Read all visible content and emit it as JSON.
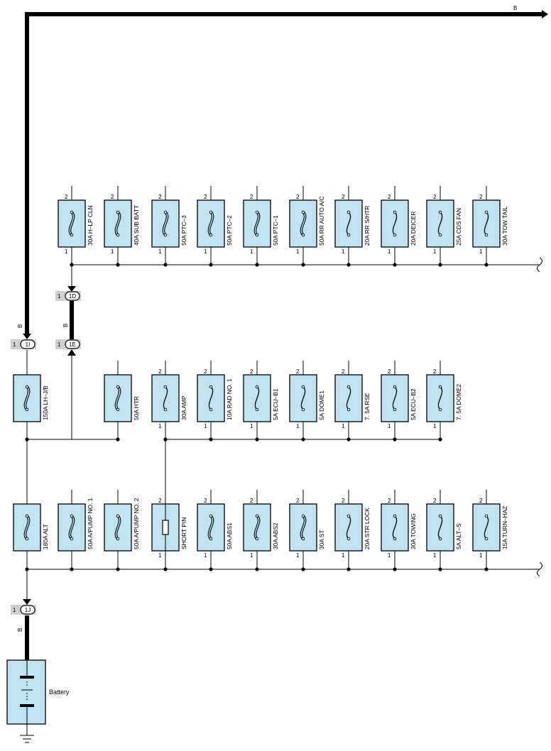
{
  "wire_color": "B",
  "colors": {
    "fuse_fill": "#bfe3f1",
    "connector_tab": "#cfcfcf"
  },
  "battery_label": "Battery",
  "top_row": [
    {
      "label": "30A H–LP CLN",
      "pin_top": "2",
      "pin_bottom": "1",
      "type": "heavy"
    },
    {
      "label": "40A SUB BATT",
      "pin_top": "2",
      "pin_bottom": "1",
      "type": "heavy"
    },
    {
      "label": "50A PTC–3",
      "pin_top": "2",
      "pin_bottom": "1",
      "type": "heavy"
    },
    {
      "label": "50A PTC–2",
      "pin_top": "2",
      "pin_bottom": "1",
      "type": "heavy"
    },
    {
      "label": "50A PTC–1",
      "pin_top": "2",
      "pin_bottom": "1",
      "type": "heavy"
    },
    {
      "label": "50A RR AUTO A/C",
      "pin_top": "2",
      "pin_bottom": "1",
      "type": "heavy"
    },
    {
      "label": "20A RR S/HTR",
      "pin_top": "2",
      "pin_bottom": "1",
      "type": "light"
    },
    {
      "label": "20A DEICER",
      "pin_top": "2",
      "pin_bottom": "1",
      "type": "light"
    },
    {
      "label": "25A CDS FAN",
      "pin_top": "2",
      "pin_bottom": "1",
      "type": "light"
    },
    {
      "label": "30A TOW TAIL",
      "pin_top": "2",
      "pin_bottom": "1",
      "type": "light"
    }
  ],
  "middle_row": [
    {
      "label": "150A LH–J/B",
      "pin_top": "",
      "pin_bottom": "",
      "type": "heavy"
    },
    {
      "label": "50A HTR",
      "pin_top": "",
      "pin_bottom": "",
      "type": "heavy"
    },
    {
      "label": "30A AMP",
      "pin_top": "2",
      "pin_bottom": "1",
      "type": "light"
    },
    {
      "label": "10A RAD NO. 1",
      "pin_top": "2",
      "pin_bottom": "1",
      "type": "light"
    },
    {
      "label": "5A ECU–B1",
      "pin_top": "2",
      "pin_bottom": "1",
      "type": "light"
    },
    {
      "label": "5A DOME1",
      "pin_top": "2",
      "pin_bottom": "1",
      "type": "light"
    },
    {
      "label": "7. 5A RSE",
      "pin_top": "2",
      "pin_bottom": "1",
      "type": "light"
    },
    {
      "label": "5A ECU–B2",
      "pin_top": "2",
      "pin_bottom": "1",
      "type": "light"
    },
    {
      "label": "7. 5A DOME2",
      "pin_top": "2",
      "pin_bottom": "1",
      "type": "light"
    }
  ],
  "bottom_row": [
    {
      "label": "180A ALT",
      "pin_top": "",
      "pin_bottom": "",
      "type": "heavy"
    },
    {
      "label": "50A A/PUMP NO. 1",
      "pin_top": "",
      "pin_bottom": "",
      "type": "heavy"
    },
    {
      "label": "50A A/PUMP NO. 2",
      "pin_top": "",
      "pin_bottom": "",
      "type": "heavy"
    },
    {
      "label": "SHORT PIN",
      "pin_top": "2",
      "pin_bottom": "1",
      "type": "shortpin"
    },
    {
      "label": "50A ABS1",
      "pin_top": "2",
      "pin_bottom": "1",
      "type": "heavy"
    },
    {
      "label": "30A ABS2",
      "pin_top": "2",
      "pin_bottom": "1",
      "type": "heavy"
    },
    {
      "label": "30A ST",
      "pin_top": "2",
      "pin_bottom": "1",
      "type": "heavy"
    },
    {
      "label": "20A STR LOCK",
      "pin_top": "2",
      "pin_bottom": "1",
      "type": "light"
    },
    {
      "label": "30A TOWING",
      "pin_top": "2",
      "pin_bottom": "1",
      "type": "light"
    },
    {
      "label": "5A ALT–S",
      "pin_top": "2",
      "pin_bottom": "1",
      "type": "light"
    },
    {
      "label": "15A TURN–HAZ",
      "pin_top": "2",
      "pin_bottom": "1",
      "type": "light"
    }
  ],
  "connectors": [
    {
      "id": "1I",
      "pin": "1"
    },
    {
      "id": "1E",
      "pin": "1"
    },
    {
      "id": "1D",
      "pin": "1"
    },
    {
      "id": "1J",
      "pin": "1"
    }
  ]
}
